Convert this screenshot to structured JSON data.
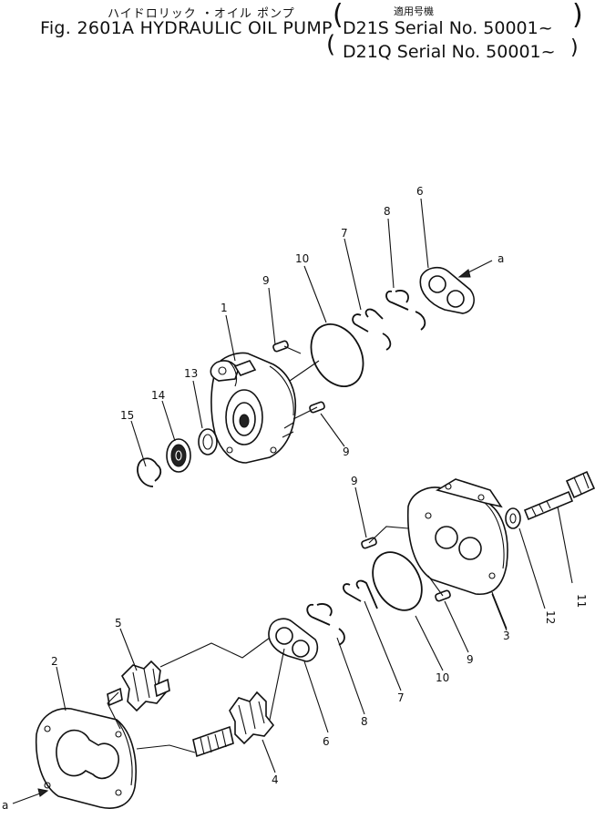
{
  "header": {
    "title_jp": "ハイドロリック ・オイル ポンプ",
    "title_en": "Fig. 2601A HYDRAULIC OIL PUMP",
    "serial_label_jp": "適用号機",
    "serial_1": "D21S Serial No. 50001~",
    "serial_2": "D21Q Serial No. 50001~"
  },
  "callouts": {
    "c1": "1",
    "c2": "2",
    "c3": "3",
    "c4": "4",
    "c5": "5",
    "c6a": "6",
    "c6b": "6",
    "c7a": "7",
    "c7b": "7",
    "c8a": "8",
    "c8b": "8",
    "c9a": "9",
    "c9b": "9",
    "c9c": "9",
    "c9d": "9",
    "c10a": "10",
    "c10b": "10",
    "c11": "11",
    "c12": "12",
    "c13": "13",
    "c14": "14",
    "c15": "15",
    "ref_a1": "a",
    "ref_a2": "a"
  }
}
